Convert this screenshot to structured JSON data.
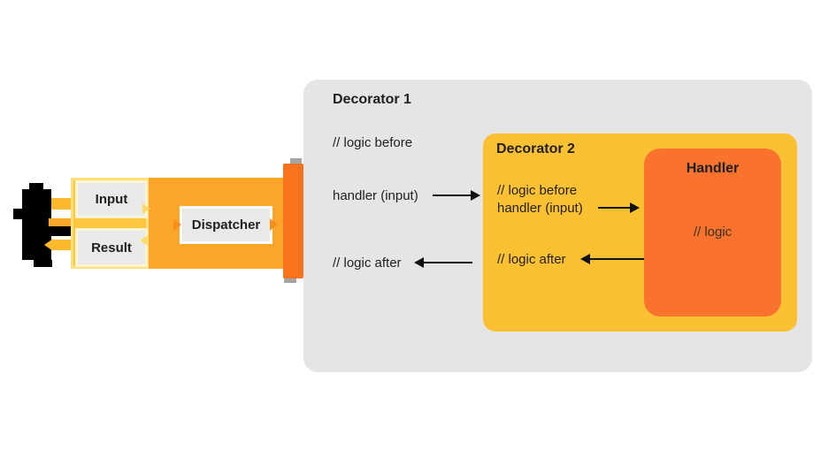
{
  "pipeline": {
    "input_label": "Input",
    "result_label": "Result",
    "dispatcher_label": "Dispatcher"
  },
  "decorator1": {
    "title": "Decorator 1",
    "logic_before": "// logic before",
    "handler_call": "handler (input)",
    "logic_after": "// logic after"
  },
  "decorator2": {
    "title": "Decorator 2",
    "logic_before": "// logic before",
    "handler_call": "handler (input)",
    "logic_after": "// logic after"
  },
  "handler": {
    "title": "Handler",
    "logic": "// logic"
  },
  "colors": {
    "plug_black": "#000000",
    "socket_yellow": "#fec53e",
    "socket_border": "#ffde7d",
    "io_box_gray": "#e9e9e9",
    "band_orange": "#fba52b",
    "prong_yellow": "#fdb92d",
    "bar_orange": "#f9731d",
    "cap_gray": "#a5a5a5",
    "container_gray": "#e5e5e5",
    "decorator2_yellow": "#fcc133",
    "handler_orange": "#f9722e",
    "arrow_black": "#111111"
  }
}
